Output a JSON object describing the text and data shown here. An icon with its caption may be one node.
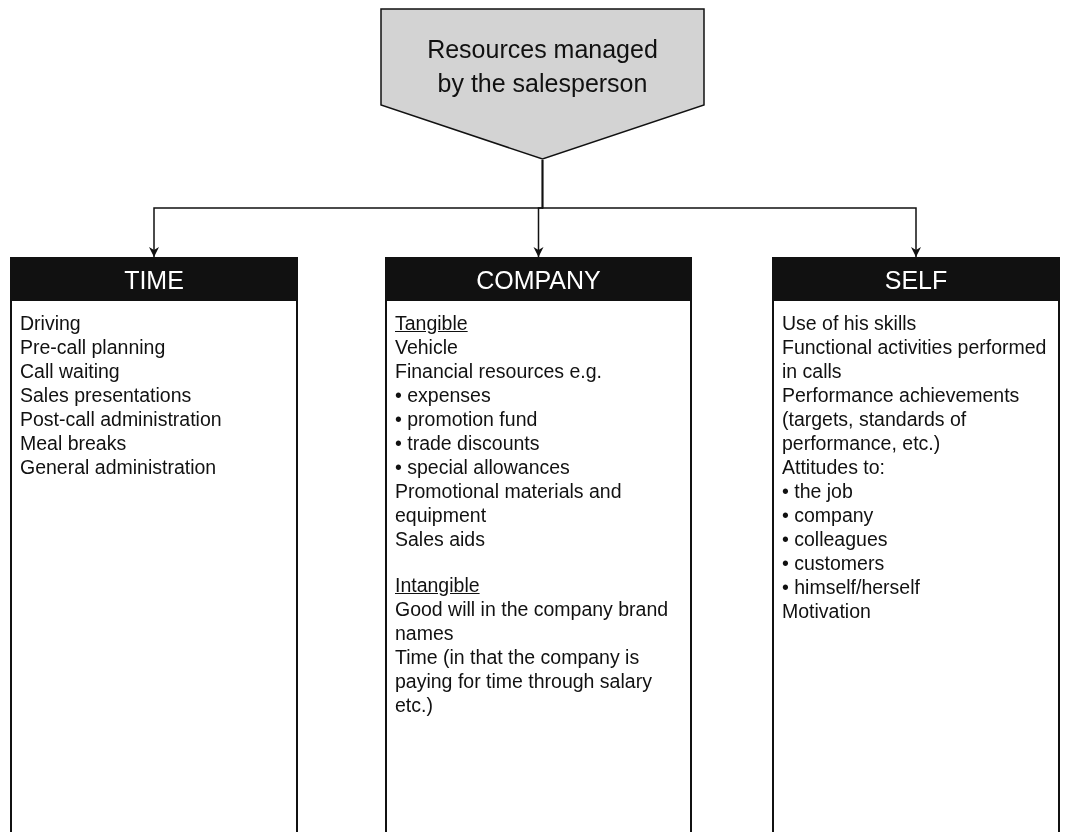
{
  "diagram": {
    "nodes": [
      {
        "text": [
          "Resources managed by the salesperson"
        ]
      },
      {
        "text": [
          "TIME",
          "Driving",
          "Pre-call planning",
          "Call waiting",
          "Sales presentations",
          "Post-call administration",
          "Meal breaks",
          "General administration"
        ]
      },
      {
        "text": [
          "COMPANY",
          "Tangible",
          "Vehicle",
          "Financial resources e.g.",
          "• expenses",
          "• promotion fund",
          "• trade discounts",
          "• special allowances",
          "Promotional materials and equipment",
          "Sales aids",
          "Intangible",
          "Good will in the company brand names",
          "Time (in that the company is paying for time through salary etc.)"
        ]
      },
      {
        "text": [
          "SELF",
          "Use of his skills",
          "Functional activities performed in calls",
          "Performance achievements (targets, standards of performance, etc.)",
          "Attitudes to:",
          "• the job",
          "• company",
          "• colleagues",
          "• customers",
          "• himself/herself",
          "Motivation"
        ]
      }
    ],
    "edges": [
      {
        "from": 0,
        "to": 1,
        "arrow": "to"
      },
      {
        "from": 0,
        "to": 2,
        "arrow": "to"
      },
      {
        "from": 0,
        "to": 3,
        "arrow": "to"
      }
    ]
  }
}
